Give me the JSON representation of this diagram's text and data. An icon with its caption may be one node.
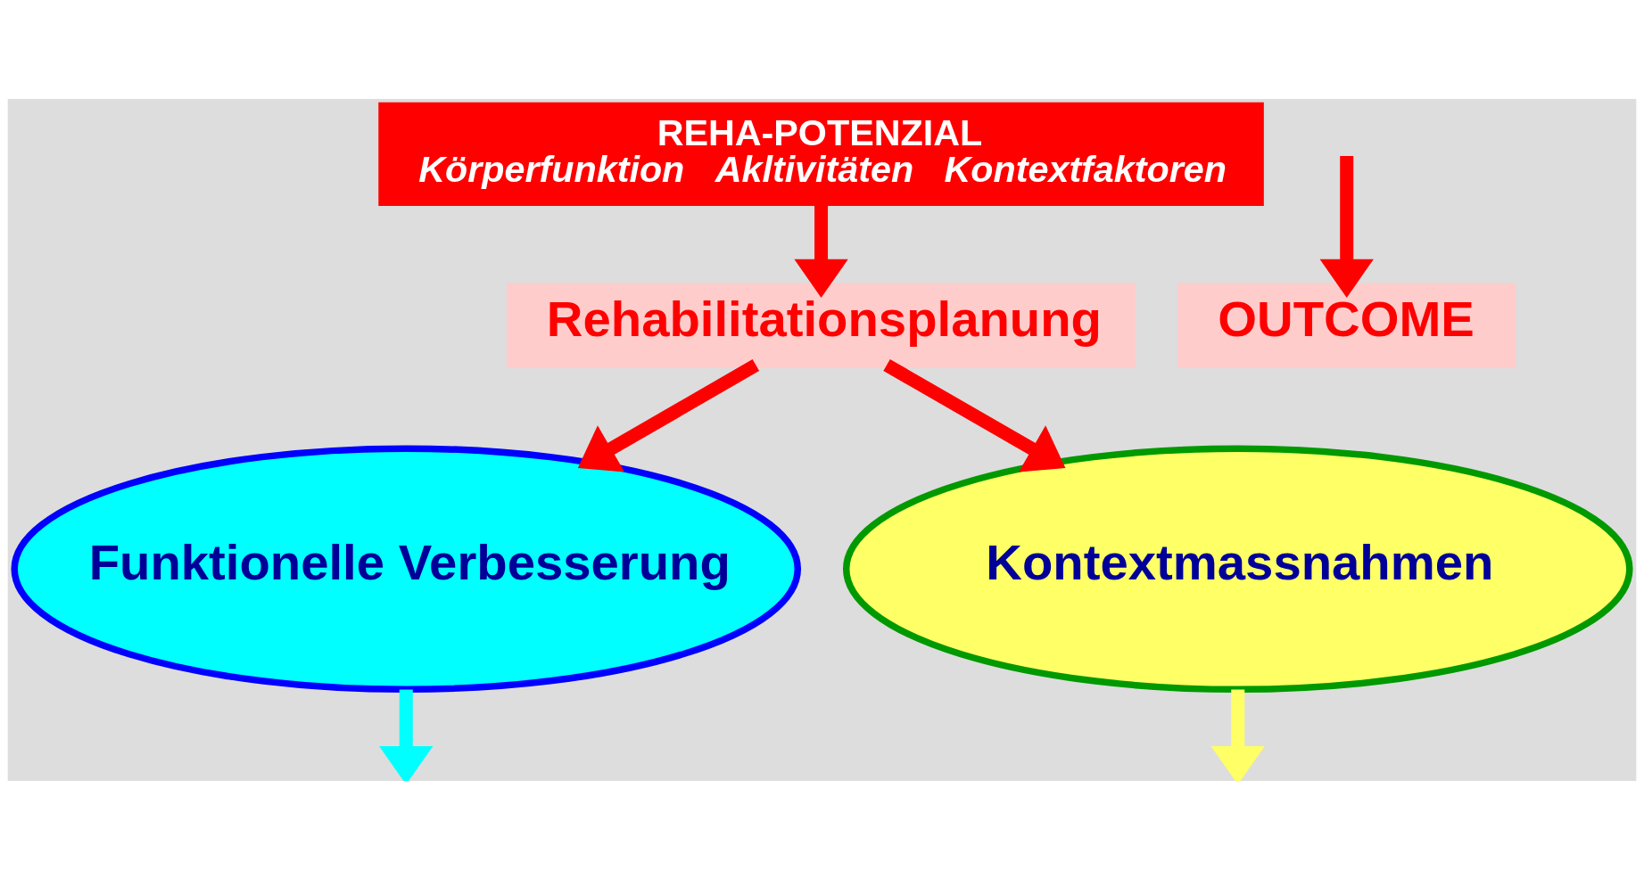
{
  "diagram": {
    "nodes": [
      {
        "text": [
          "REHA-POTENZIAL",
          "Körperfunktion",
          "Akltivitäten",
          "Kontextfaktoren"
        ]
      },
      {
        "text": [
          "Rehabilitationsplanung"
        ]
      },
      {
        "text": [
          "Funktionelle Verbesserung"
        ]
      },
      {
        "text": [
          "Kontextmassnahmen"
        ]
      },
      {
        "text": [
          "OUTCOME"
        ]
      }
    ],
    "edges": [
      {
        "from": 0,
        "to": 1,
        "arrow": "to"
      },
      {
        "from": 1,
        "to": 2,
        "arrow": "to"
      },
      {
        "from": 1,
        "to": 3,
        "arrow": "to"
      },
      {
        "from": 2,
        "to": null,
        "arrow": "to",
        "color": "#00ffff"
      },
      {
        "from": 3,
        "to": null,
        "arrow": "to",
        "color": "#ffff66"
      },
      {
        "from": null,
        "to": 4,
        "arrow": "to"
      }
    ]
  }
}
